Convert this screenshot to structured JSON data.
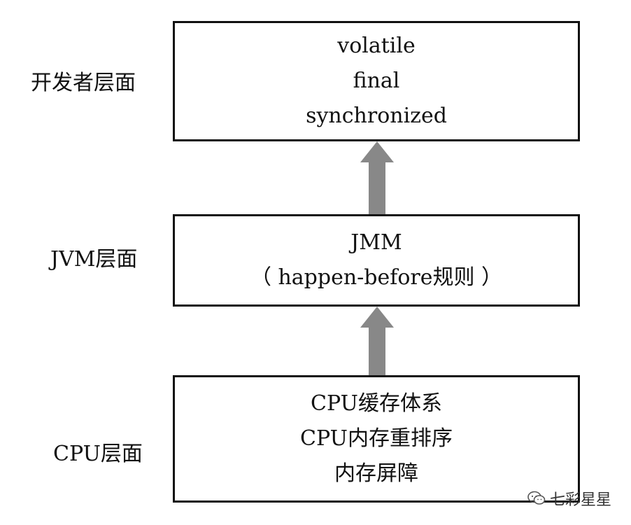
{
  "layers": [
    {
      "label": "开发者层面",
      "lines": [
        "volatile",
        "final",
        "synchronized"
      ]
    },
    {
      "label": "JVM层面",
      "lines": [
        "JMM",
        "（ happen-before规则 ）"
      ]
    },
    {
      "label": "CPU层面",
      "lines": [
        "CPU缓存体系",
        "CPU内存重排序",
        "内存屏障"
      ]
    }
  ],
  "arrow_color": "#888888",
  "watermark": {
    "text": "七彩星星",
    "icon": "wechat-icon"
  }
}
